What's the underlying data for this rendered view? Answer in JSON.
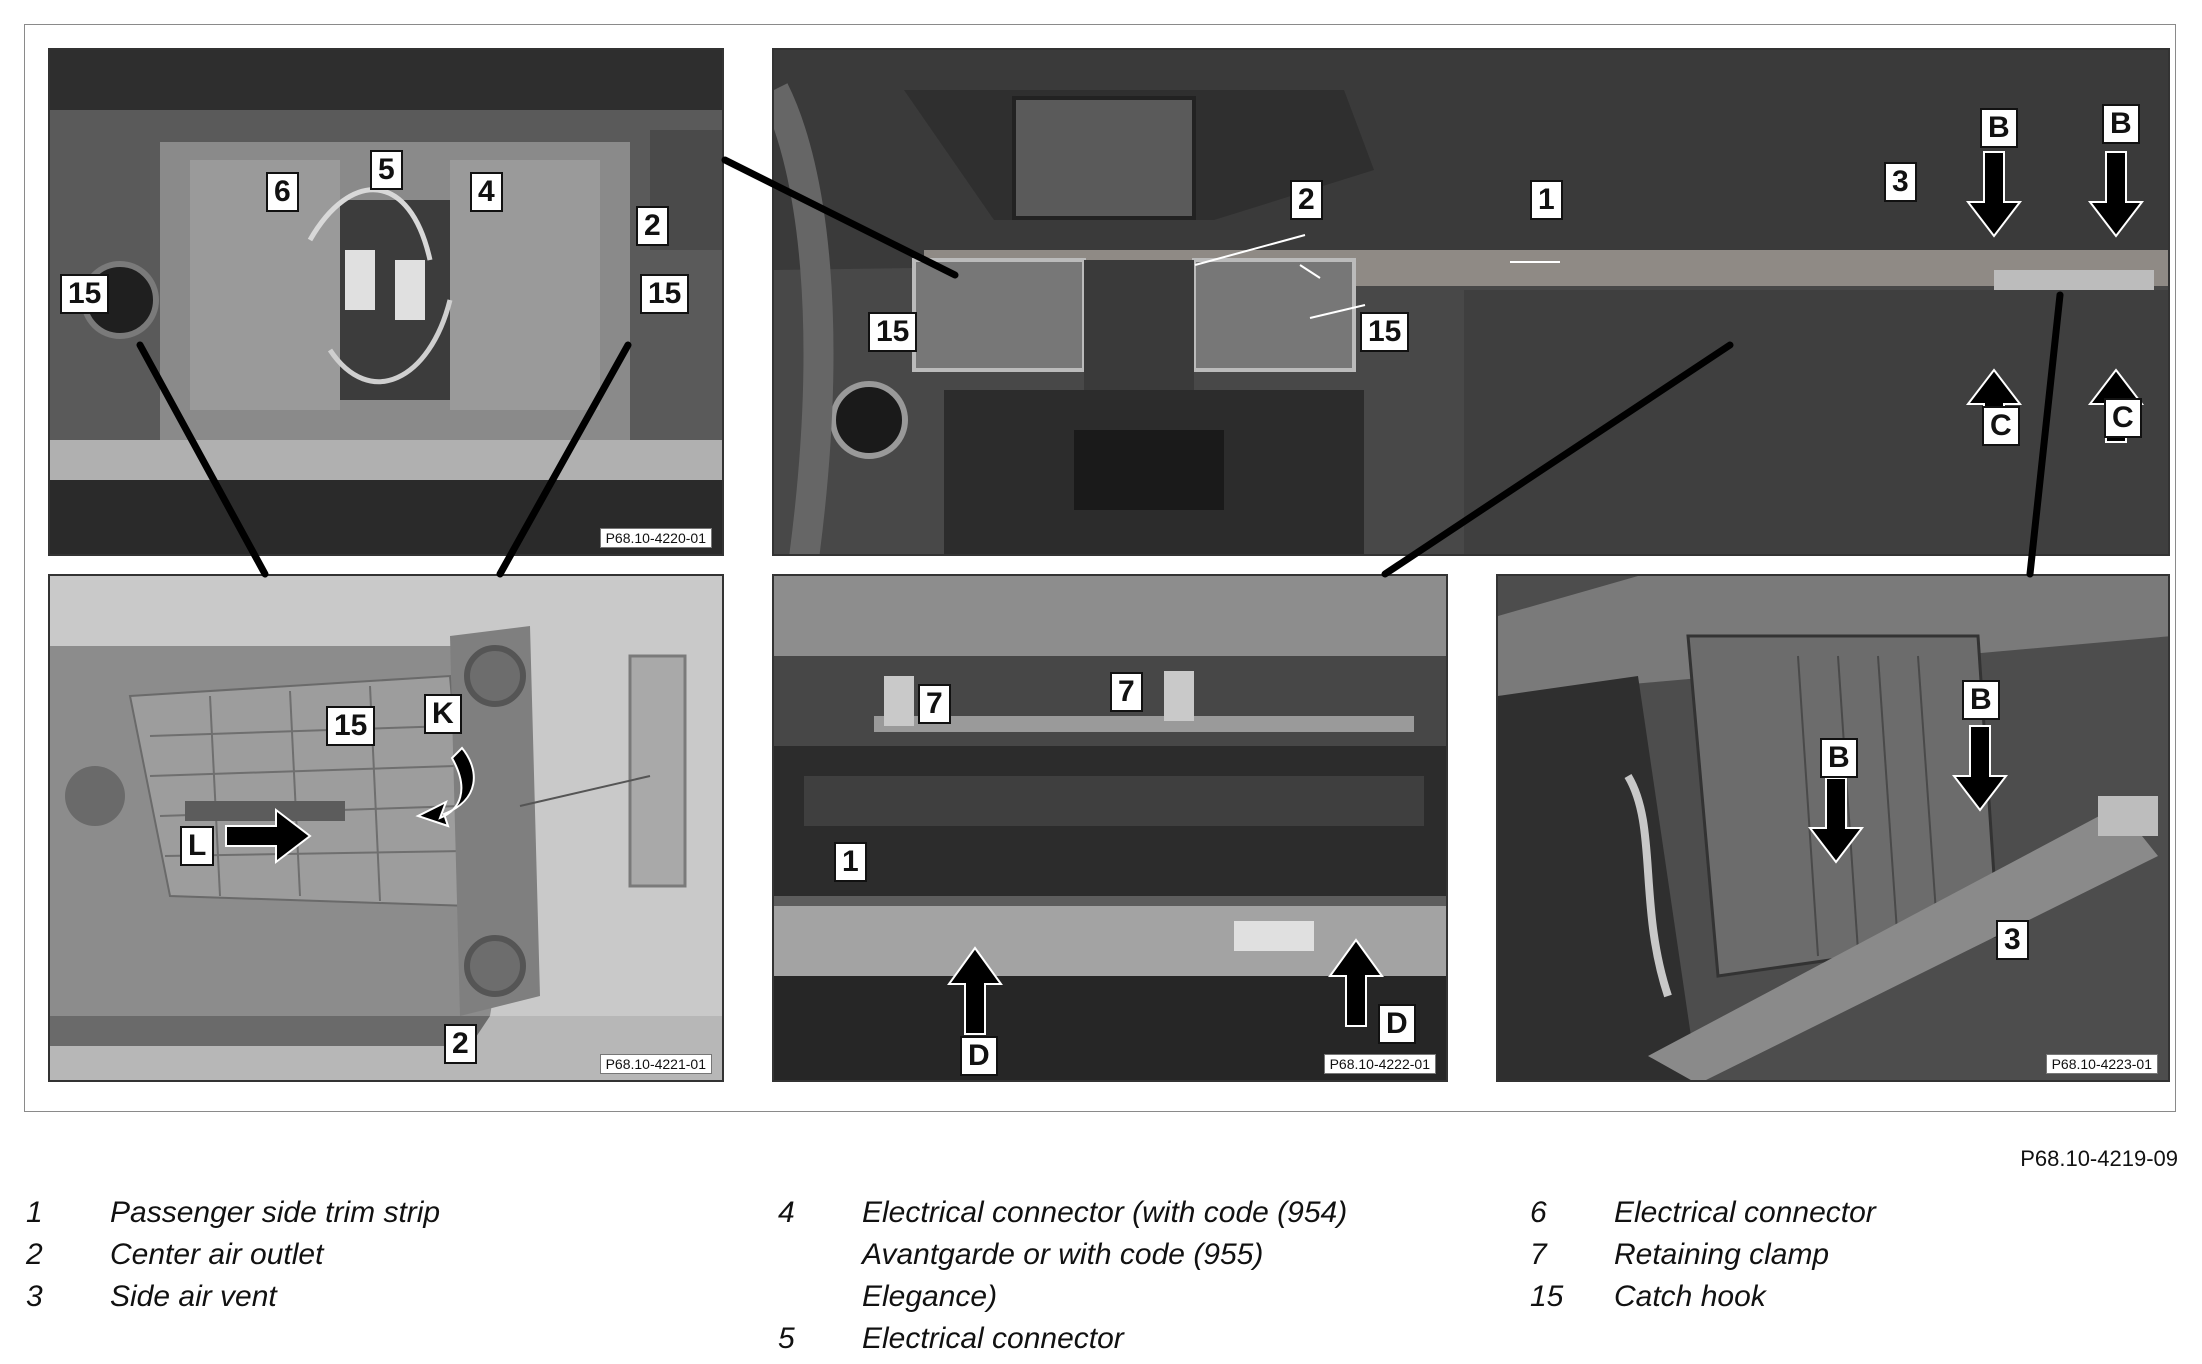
{
  "panels": {
    "top_left": {
      "ref": "P68.10-4220-01"
    },
    "top_right": {
      "ref": ""
    },
    "bottom_left": {
      "ref": "P68.10-4221-01"
    },
    "bottom_middle": {
      "ref": "P68.10-4222-01"
    },
    "bottom_right": {
      "ref": "P68.10-4223-01"
    }
  },
  "callouts": {
    "tl_6": "6",
    "tl_5": "5",
    "tl_4": "4",
    "tl_2": "2",
    "tl_15a": "15",
    "tl_15b": "15",
    "tr_2": "2",
    "tr_1": "1",
    "tr_3": "3",
    "tr_15a": "15",
    "tr_15b": "15",
    "tr_B1": "B",
    "tr_B2": "B",
    "tr_C1": "C",
    "tr_C2": "C",
    "bl_15": "15",
    "bl_K": "K",
    "bl_L": "L",
    "bl_2": "2",
    "bm_7a": "7",
    "bm_7b": "7",
    "bm_1": "1",
    "bm_D1": "D",
    "bm_D2": "D",
    "br_B1": "B",
    "br_B2": "B",
    "br_3": "3"
  },
  "figure_id": "P68.10-4219-09",
  "legend": {
    "col1": [
      {
        "num": "1",
        "text": "Passenger side trim strip"
      },
      {
        "num": "2",
        "text": "Center air outlet"
      },
      {
        "num": "3",
        "text": "Side air vent"
      }
    ],
    "col2": [
      {
        "num": "4",
        "text": "Electrical connector (with code (954)",
        "text2": "Avantgarde or with code (955)",
        "text3": "Elegance)"
      },
      {
        "num": "5",
        "text": "Electrical connector"
      }
    ],
    "col3": [
      {
        "num": "6",
        "text": "Electrical connector"
      },
      {
        "num": "7",
        "text": "Retaining clamp"
      },
      {
        "num": "15",
        "text": "Catch hook"
      }
    ]
  },
  "colors": {
    "photo_dark": "#3a3a3a",
    "photo_mid": "#6b6b6b",
    "photo_light": "#b5b5b5",
    "render_bg": "#c9c9c9"
  }
}
